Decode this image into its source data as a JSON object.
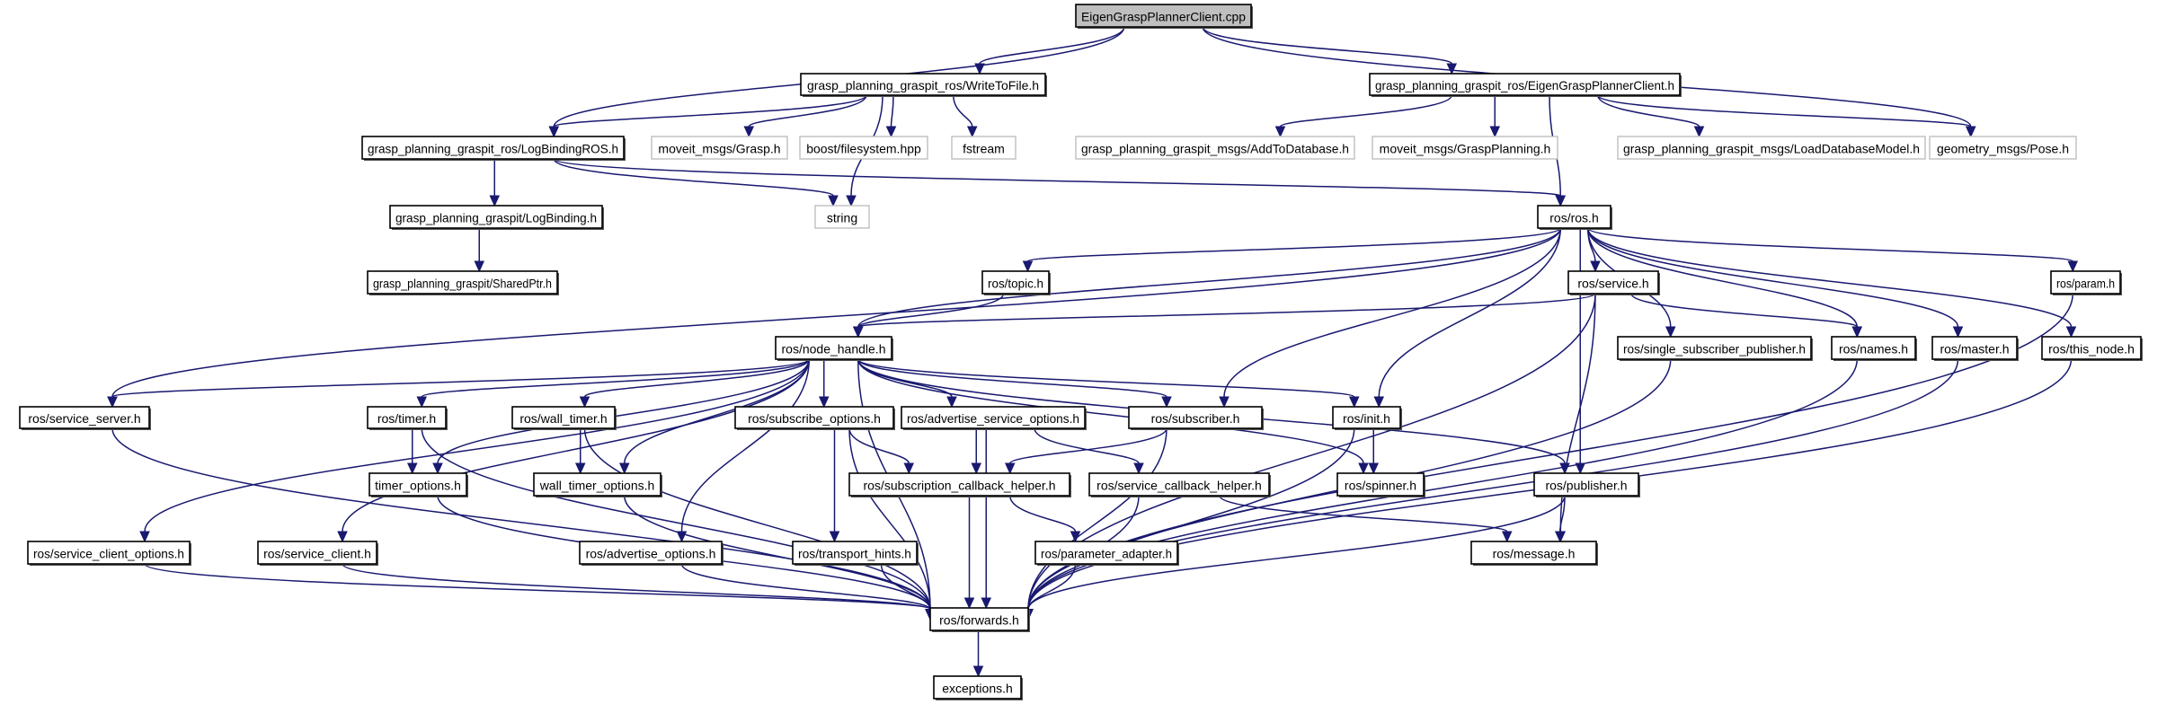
{
  "diagram": {
    "type": "include-dependency-graph",
    "colors": {
      "edge": "#191970",
      "root_fill": "#bfbfbf",
      "node_border": "#000000",
      "external_border": "#bfbfbf",
      "background": "#ffffff"
    },
    "nodes": [
      {
        "id": "root",
        "label": "EigenGraspPlannerClient.cpp",
        "kind": "root"
      },
      {
        "id": "writetofile",
        "label": "grasp_planning_graspit_ros/WriteToFile.h",
        "kind": "local"
      },
      {
        "id": "egpc_h",
        "label": "grasp_planning_graspit_ros/EigenGraspPlannerClient.h",
        "kind": "local"
      },
      {
        "id": "logbindingros",
        "label": "grasp_planning_graspit_ros/LogBindingROS.h",
        "kind": "local"
      },
      {
        "id": "grasp_msg",
        "label": "moveit_msgs/Grasp.h",
        "kind": "external"
      },
      {
        "id": "boostfs",
        "label": "boost/filesystem.hpp",
        "kind": "external"
      },
      {
        "id": "fstream",
        "label": "fstream",
        "kind": "external"
      },
      {
        "id": "addtodb",
        "label": "grasp_planning_graspit_msgs/AddToDatabase.h",
        "kind": "external"
      },
      {
        "id": "graspplanning",
        "label": "moveit_msgs/GraspPlanning.h",
        "kind": "external"
      },
      {
        "id": "loaddbmodel",
        "label": "grasp_planning_graspit_msgs/LoadDatabaseModel.h",
        "kind": "external"
      },
      {
        "id": "pose",
        "label": "geometry_msgs/Pose.h",
        "kind": "external"
      },
      {
        "id": "logbinding",
        "label": "grasp_planning_graspit/LogBinding.h",
        "kind": "local"
      },
      {
        "id": "string",
        "label": "string",
        "kind": "external"
      },
      {
        "id": "ros",
        "label": "ros/ros.h",
        "kind": "local"
      },
      {
        "id": "sharedptr",
        "label": "grasp_planning_graspit/SharedPtr.h",
        "kind": "local"
      },
      {
        "id": "topic",
        "label": "ros/topic.h",
        "kind": "local"
      },
      {
        "id": "service",
        "label": "ros/service.h",
        "kind": "local"
      },
      {
        "id": "param",
        "label": "ros/param.h",
        "kind": "local"
      },
      {
        "id": "node_handle",
        "label": "ros/node_handle.h",
        "kind": "local"
      },
      {
        "id": "ssp",
        "label": "ros/single_subscriber_publisher.h",
        "kind": "local"
      },
      {
        "id": "names",
        "label": "ros/names.h",
        "kind": "local"
      },
      {
        "id": "master",
        "label": "ros/master.h",
        "kind": "local"
      },
      {
        "id": "this_node",
        "label": "ros/this_node.h",
        "kind": "local"
      },
      {
        "id": "service_server",
        "label": "ros/service_server.h",
        "kind": "local"
      },
      {
        "id": "timer",
        "label": "ros/timer.h",
        "kind": "local"
      },
      {
        "id": "wall_timer",
        "label": "ros/wall_timer.h",
        "kind": "local"
      },
      {
        "id": "subscribe_options",
        "label": "ros/subscribe_options.h",
        "kind": "local"
      },
      {
        "id": "adv_srv_opts",
        "label": "ros/advertise_service_options.h",
        "kind": "local"
      },
      {
        "id": "subscriber",
        "label": "ros/subscriber.h",
        "kind": "local"
      },
      {
        "id": "init",
        "label": "ros/init.h",
        "kind": "local"
      },
      {
        "id": "timer_options",
        "label": "timer_options.h",
        "kind": "local"
      },
      {
        "id": "wall_timer_options",
        "label": "wall_timer_options.h",
        "kind": "local"
      },
      {
        "id": "sub_cb_helper",
        "label": "ros/subscription_callback_helper.h",
        "kind": "local"
      },
      {
        "id": "srv_cb_helper",
        "label": "ros/service_callback_helper.h",
        "kind": "local"
      },
      {
        "id": "spinner",
        "label": "ros/spinner.h",
        "kind": "local"
      },
      {
        "id": "publisher",
        "label": "ros/publisher.h",
        "kind": "local"
      },
      {
        "id": "srv_client_opts",
        "label": "ros/service_client_options.h",
        "kind": "local"
      },
      {
        "id": "srv_client",
        "label": "ros/service_client.h",
        "kind": "local"
      },
      {
        "id": "adv_opts",
        "label": "ros/advertise_options.h",
        "kind": "local"
      },
      {
        "id": "transport_hints",
        "label": "ros/transport_hints.h",
        "kind": "local"
      },
      {
        "id": "param_adapter",
        "label": "ros/parameter_adapter.h",
        "kind": "local"
      },
      {
        "id": "message",
        "label": "ros/message.h",
        "kind": "local"
      },
      {
        "id": "forwards",
        "label": "ros/forwards.h",
        "kind": "local"
      },
      {
        "id": "exceptions",
        "label": "exceptions.h",
        "kind": "local"
      }
    ],
    "edges": [
      [
        "root",
        "logbindingros"
      ],
      [
        "root",
        "writetofile"
      ],
      [
        "root",
        "egpc_h"
      ],
      [
        "root",
        "pose"
      ],
      [
        "writetofile",
        "logbindingros"
      ],
      [
        "writetofile",
        "grasp_msg"
      ],
      [
        "writetofile",
        "boostfs"
      ],
      [
        "writetofile",
        "fstream"
      ],
      [
        "writetofile",
        "string"
      ],
      [
        "egpc_h",
        "addtodb"
      ],
      [
        "egpc_h",
        "graspplanning"
      ],
      [
        "egpc_h",
        "ros"
      ],
      [
        "egpc_h",
        "loaddbmodel"
      ],
      [
        "egpc_h",
        "pose"
      ],
      [
        "logbindingros",
        "logbinding"
      ],
      [
        "logbindingros",
        "string"
      ],
      [
        "logbindingros",
        "ros"
      ],
      [
        "logbinding",
        "sharedptr"
      ],
      [
        "ros",
        "node_handle"
      ],
      [
        "ros",
        "topic"
      ],
      [
        "ros",
        "service"
      ],
      [
        "ros",
        "param"
      ],
      [
        "ros",
        "service_server"
      ],
      [
        "ros",
        "subscriber"
      ],
      [
        "ros",
        "init"
      ],
      [
        "ros",
        "publisher"
      ],
      [
        "ros",
        "ssp"
      ],
      [
        "ros",
        "names"
      ],
      [
        "ros",
        "master"
      ],
      [
        "ros",
        "this_node"
      ],
      [
        "topic",
        "node_handle"
      ],
      [
        "service",
        "node_handle"
      ],
      [
        "service",
        "names"
      ],
      [
        "service",
        "message"
      ],
      [
        "service",
        "forwards"
      ],
      [
        "node_handle",
        "service_server"
      ],
      [
        "node_handle",
        "srv_client_opts"
      ],
      [
        "node_handle",
        "srv_client"
      ],
      [
        "node_handle",
        "timer"
      ],
      [
        "node_handle",
        "timer_options"
      ],
      [
        "node_handle",
        "wall_timer"
      ],
      [
        "node_handle",
        "wall_timer_options"
      ],
      [
        "node_handle",
        "adv_opts"
      ],
      [
        "node_handle",
        "subscribe_options"
      ],
      [
        "node_handle",
        "adv_srv_opts"
      ],
      [
        "node_handle",
        "subscriber"
      ],
      [
        "node_handle",
        "init"
      ],
      [
        "node_handle",
        "spinner"
      ],
      [
        "node_handle",
        "publisher"
      ],
      [
        "node_handle",
        "forwards"
      ],
      [
        "timer",
        "timer_options"
      ],
      [
        "timer",
        "forwards"
      ],
      [
        "wall_timer",
        "wall_timer_options"
      ],
      [
        "wall_timer",
        "forwards"
      ],
      [
        "subscribe_options",
        "sub_cb_helper"
      ],
      [
        "subscribe_options",
        "transport_hints"
      ],
      [
        "subscribe_options",
        "forwards"
      ],
      [
        "adv_srv_opts",
        "sub_cb_helper"
      ],
      [
        "adv_srv_opts",
        "srv_cb_helper"
      ],
      [
        "adv_srv_opts",
        "forwards"
      ],
      [
        "subscriber",
        "sub_cb_helper"
      ],
      [
        "subscriber",
        "forwards"
      ],
      [
        "init",
        "spinner"
      ],
      [
        "init",
        "forwards"
      ],
      [
        "sub_cb_helper",
        "param_adapter"
      ],
      [
        "sub_cb_helper",
        "forwards"
      ],
      [
        "srv_cb_helper",
        "message"
      ],
      [
        "srv_cb_helper",
        "forwards"
      ],
      [
        "publisher",
        "message"
      ],
      [
        "publisher",
        "forwards"
      ],
      [
        "service_server",
        "forwards"
      ],
      [
        "srv_client_opts",
        "forwards"
      ],
      [
        "srv_client",
        "forwards"
      ],
      [
        "timer_options",
        "forwards"
      ],
      [
        "wall_timer_options",
        "forwards"
      ],
      [
        "adv_opts",
        "forwards"
      ],
      [
        "transport_hints",
        "forwards"
      ],
      [
        "param_adapter",
        "forwards"
      ],
      [
        "ssp",
        "forwards"
      ],
      [
        "names",
        "forwards"
      ],
      [
        "master",
        "forwards"
      ],
      [
        "this_node",
        "forwards"
      ],
      [
        "param",
        "forwards"
      ],
      [
        "forwards",
        "exceptions"
      ]
    ]
  }
}
